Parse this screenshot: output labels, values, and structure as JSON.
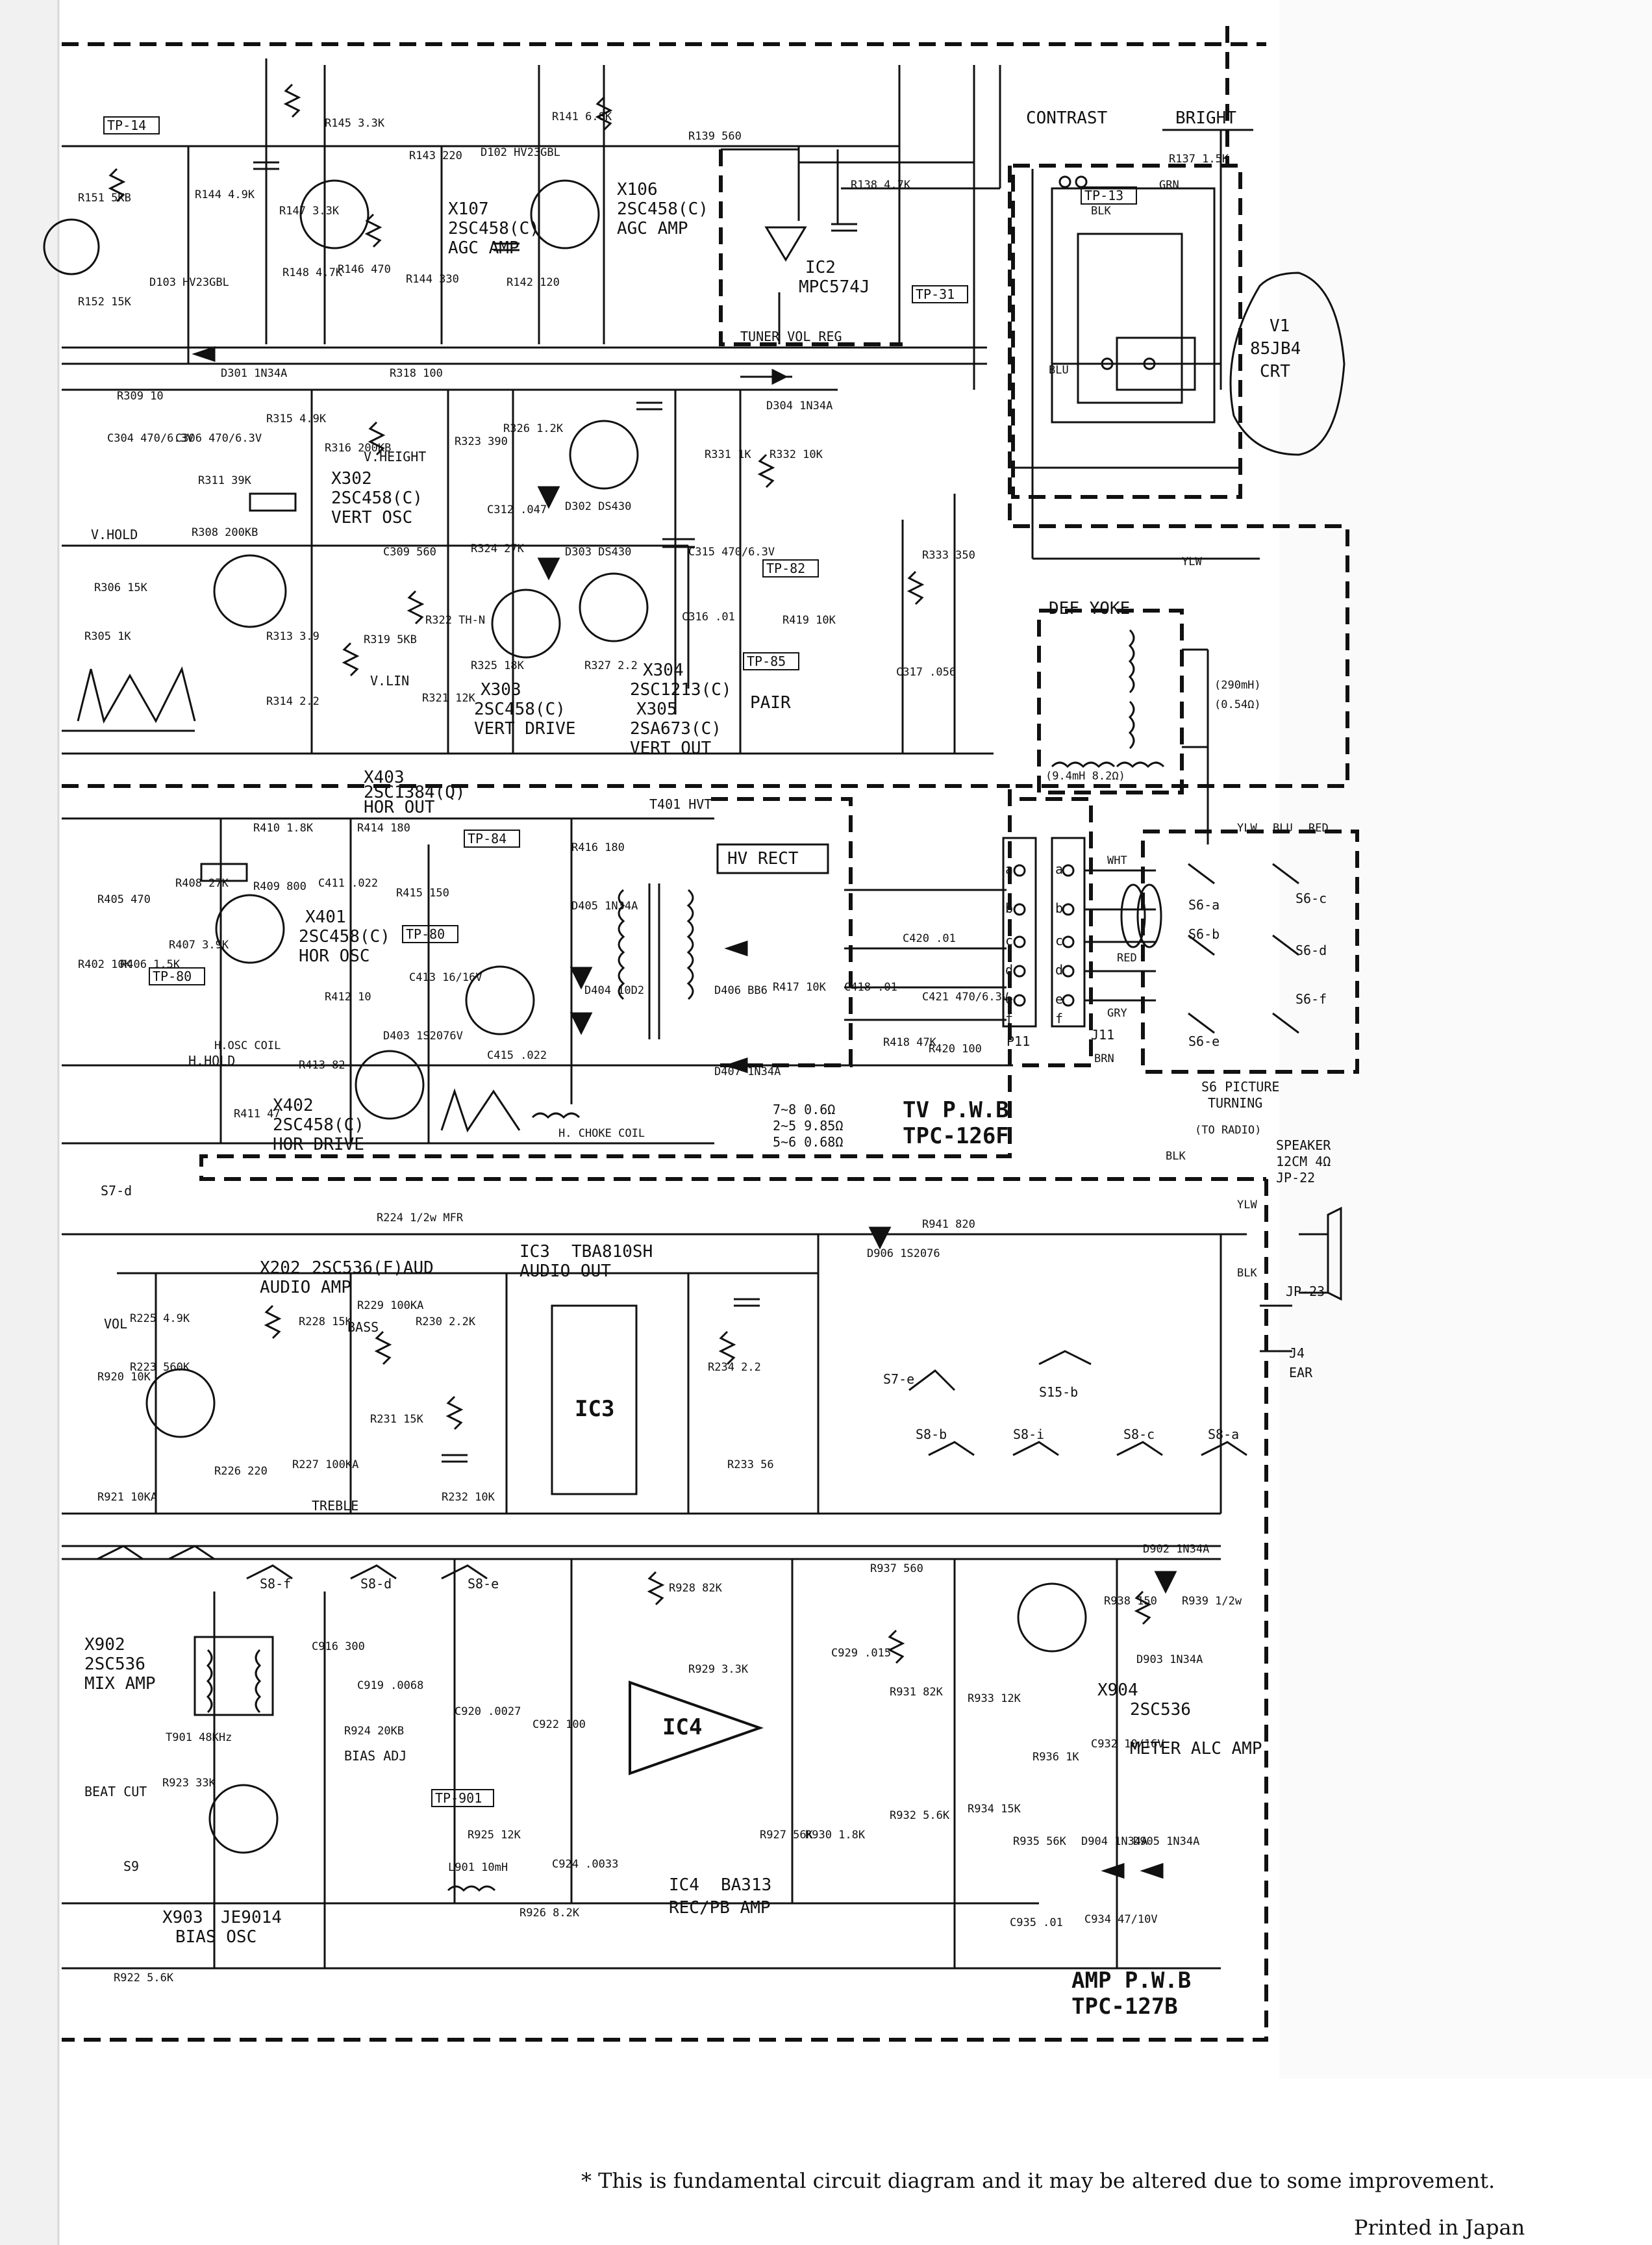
{
  "boards": {
    "tv": {
      "name": "TV P.W.B",
      "code": "TPC-126F"
    },
    "amp": {
      "name": "AMP P.W.B",
      "code": "TPC-127B"
    }
  },
  "labels": {
    "contrast": "CONTRAST",
    "bright": "BRIGHT",
    "tuner_vol_reg": "TUNER VOL REG",
    "crt": [
      "V1",
      "85JB4",
      "CRT"
    ],
    "def_yoke": "DEF YOKE",
    "hv_rect": "HV RECT",
    "t401": "T401 HVT",
    "picture_turning": [
      "S6 PICTURE",
      "TURNING"
    ],
    "to_radio": "(TO RADIO)",
    "speaker": [
      "SPEAKER",
      "12CM 4Ω",
      "JP-22"
    ],
    "ear": [
      "JP-23",
      "J4",
      "EAR"
    ],
    "v_height": "V.HEIGHT",
    "v_hold": "V.HOLD",
    "v_lin": "V.LIN",
    "h_hold": "H.HOLD",
    "h_osc_coil": "H.OSC COIL",
    "h_choke_coil": "H. CHOKE COIL",
    "pair": "PAIR",
    "vol": "VOL",
    "bass": "BASS",
    "treble": "TREBLE",
    "bias_adj": "BIAS ADJ",
    "beat_cut": "BEAT CUT",
    "yoke_l403": "(9.4mH 8.2Ω)",
    "yoke_l301": "(290mH)",
    "yoke_l301b": "(0.54Ω)",
    "windings": [
      "7~8  0.6Ω",
      "2~5  9.85Ω",
      "5~6  0.68Ω"
    ]
  },
  "test_points": [
    "TP-14",
    "TP-13",
    "TP-31",
    "TP-82",
    "TP-85",
    "TP-84",
    "TP-80",
    "TP-80",
    "TP-901"
  ],
  "transistors": [
    {
      "ref": "X107",
      "type": "2SC458(C)",
      "func": "AGC AMP"
    },
    {
      "ref": "X106",
      "type": "2SC458(C)",
      "func": "AGC AMP"
    },
    {
      "ref": "X302",
      "type": "2SC458(C)",
      "func": "VERT OSC"
    },
    {
      "ref": "X303",
      "type": "2SC458(C)",
      "func": "VERT DRIVE"
    },
    {
      "ref": "X304",
      "type": "2SC1213(C)",
      "func": ""
    },
    {
      "ref": "X305",
      "type": "2SA673(C)",
      "func": "VERT OUT"
    },
    {
      "ref": "X403",
      "type": "2SC1384(Q)",
      "func": "HOR OUT"
    },
    {
      "ref": "X401",
      "type": "2SC458(C)",
      "func": "HOR OSC"
    },
    {
      "ref": "X402",
      "type": "2SC458(C)",
      "func": "HOR DRIVE"
    },
    {
      "ref": "X202",
      "type": "2SC536(F)AUD",
      "func": "AUDIO AMP"
    },
    {
      "ref": "X902",
      "type": "2SC536",
      "func": "MIX AMP"
    },
    {
      "ref": "X903",
      "type": "JE9014",
      "func": "BIAS OSC"
    },
    {
      "ref": "X904",
      "type": "2SC536",
      "func": "METER ALC AMP"
    }
  ],
  "ics": [
    {
      "ref": "IC2",
      "type": "MPC574J"
    },
    {
      "ref": "IC3",
      "type": "TBA810SH",
      "func": "AUDIO OUT"
    },
    {
      "ref": "IC4",
      "type": "BA313",
      "func": "REC/PB AMP"
    }
  ],
  "connectors": {
    "p11": "P11",
    "j11": "J11",
    "p11_pins": [
      "a",
      "b",
      "c",
      "d",
      "e",
      "f"
    ],
    "j11_pins": [
      "a",
      "b",
      "c",
      "d",
      "e",
      "f"
    ]
  },
  "switches": [
    "S6-a",
    "S6-b",
    "S6-c",
    "S6-d",
    "S6-e",
    "S6-f",
    "S7-d",
    "S7-e",
    "S8-a",
    "S8-b",
    "S8-c",
    "S8-d",
    "S8-e",
    "S8-f",
    "S8-i",
    "S9",
    "S15-b"
  ],
  "wire_colors": [
    "BLK",
    "GRN",
    "BLU",
    "YLW",
    "WHT",
    "RED",
    "GRY",
    "BRN"
  ],
  "components": [
    "R145 3.3K",
    "R141 6.8K",
    "R147 3.3K",
    "R148 4.7K",
    "R146 470",
    "R144 4.9K",
    "R151 5KB",
    "R152 15K",
    "R139 560",
    "R138 4.7K",
    "R137 1.5K",
    "R143 220",
    "R142 120",
    "R144 330",
    "D102 HV23GBL",
    "D103 HV23GBL",
    "D301 1N34A",
    "R318 100",
    "R315 4.9K",
    "R323 390",
    "R326 1.2K",
    "R331 1K",
    "R332 10K",
    "R333 350",
    "R419 10K",
    "R316 200KB",
    "R308 200KB",
    "R311 39K",
    "R313 3.9",
    "R314 2.2",
    "R319 5KB",
    "R322 TH-N",
    "R324 27K",
    "R325 18K",
    "R327 2.2",
    "R321 12K",
    "R306 15K",
    "R305 1K",
    "R309 10",
    "C304 470/6.3V",
    "C306 470/6.3V",
    "C309 560",
    "C312 .047",
    "C315 470/6.3V",
    "C316 .01",
    "C317 .056",
    "D302 DS430",
    "D303 DS430",
    "D304 1N34A",
    "R410 1.8K",
    "R408 27K",
    "R409 800",
    "R405 470",
    "R406 1.5K",
    "R407 3.9K",
    "R402 10K",
    "R414 180",
    "R415 150",
    "R412 10",
    "R413 82",
    "R411 47",
    "R416 180",
    "R417 10K",
    "R418 47K",
    "R420 100",
    "C411 .022",
    "C413 16/16V",
    "C415 .022",
    "C418 .01",
    "C420 .01",
    "C421 470/6.3V",
    "D403 1S2076V",
    "D405 1N34A",
    "D406 BB6",
    "D407 1N34A",
    "D404 10D2",
    "R224 1/2w MFR",
    "R225 4.9K",
    "R223 560K",
    "R226 220",
    "R227 100KA",
    "R228 15K",
    "R229 100KA",
    "R230 2.2K",
    "R231 15K",
    "R232 10K",
    "R233 56",
    "R234 2.2",
    "R920 10K",
    "R921 10KA",
    "R922 5.6K",
    "R923 33K",
    "R924 20KB",
    "R925 12K",
    "R926 8.2K",
    "R927 56K",
    "R928 82K",
    "R929 3.3K",
    "R930 1.8K",
    "R931 82K",
    "R932 5.6K",
    "R933 12K",
    "R934 15K",
    "R935 56K",
    "R936 1K",
    "R937 560",
    "R938 150",
    "R939 1/2w",
    "C916 300",
    "C919 .0068",
    "C920 .0027",
    "C922 100",
    "C924 .0033",
    "C929 .015",
    "C932 10/16V",
    "C934 47/10V",
    "C935 .01",
    "D902 1N34A",
    "D903 1N34A",
    "D904 1N34A",
    "D905 1N34A",
    "R941 820",
    "D906 1S2076",
    "L901 10mH",
    "T901 48KHz"
  ],
  "notes": {
    "footnote": "*  This is fundamental circuit diagram and it may be altered due to some improvement.",
    "printed": "Printed in Japan"
  }
}
